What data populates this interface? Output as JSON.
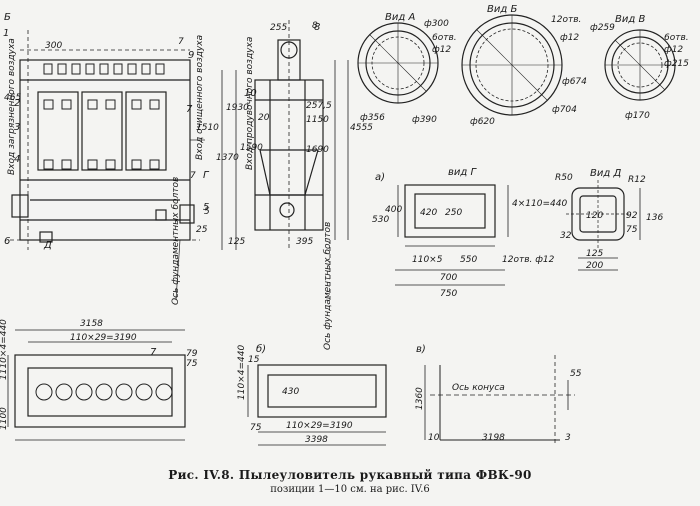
{
  "caption": {
    "line1": "Рис. IV.8. Пылеуловитель рукавный типа ФВК-90",
    "line2": "позиции 1—10 см. на рис. IV.6"
  },
  "views": {
    "vid_a": {
      "title": "Вид А",
      "d_outer": "ф300",
      "holes": "6отв.",
      "d_hole": "ф12",
      "d1": "ф356",
      "d2": "ф390"
    },
    "vid_b": {
      "title": "Вид Б",
      "holes": "12отв.",
      "d_hole": "ф12",
      "d1": "ф674",
      "d2": "ф620",
      "d3": "ф704"
    },
    "vid_v": {
      "title": "Вид В",
      "d_outer": "ф259",
      "holes": "6отв.",
      "d_hole": "ф12",
      "d1": "ф215",
      "d2": "ф170"
    },
    "vid_g": {
      "title": "вид Г",
      "marker": "а)",
      "w_in": "250",
      "h_in": "420",
      "h_out": "530",
      "h_mid": "400",
      "ext1": "110×5",
      "ext2": "550",
      "w1": "700",
      "w2": "750",
      "holes": "12отв. ф12",
      "side": "4×110=440"
    },
    "vid_d": {
      "title": "Вид Д",
      "r1": "R50",
      "r2": "R12",
      "a1": "120",
      "a2": "200",
      "a3": "125",
      "a4": "136",
      "a5": "92",
      "a6": "75",
      "a7": "32"
    }
  },
  "main_view": {
    "dims": [
      "300",
      "465",
      "1510",
      "25",
      "8",
      "7",
      "255",
      "257,5",
      "1150",
      "1590",
      "1370",
      "1690",
      "1930",
      "4555",
      "20",
      "395",
      "125",
      "7",
      "5"
    ],
    "numbers": [
      "1",
      "2",
      "3",
      "4",
      "5",
      "6",
      "7",
      "8",
      "9",
      "10"
    ],
    "labels": [
      "Вход загрязненного воздуха",
      "Вход продувочного воздуха",
      "Вход очищенного воздуха",
      "Ось фундаментных болтов",
      "Ось фундаментных болтов",
      "Д",
      "Б",
      "Г"
    ]
  },
  "bottom_view": {
    "dims": [
      "3158",
      "110×29=3190",
      "1110×4=440",
      "75",
      "79",
      "1100"
    ],
    "numbers": [
      "7"
    ]
  },
  "section_b": {
    "marker": "б)",
    "dims": [
      "110×4=440",
      "15",
      "430",
      "75",
      "110×29=3190",
      "3398"
    ]
  },
  "section_v": {
    "marker": "в)",
    "dims": [
      "1360",
      "10",
      "3198",
      "55",
      "3"
    ],
    "label": "Ось конуса"
  }
}
